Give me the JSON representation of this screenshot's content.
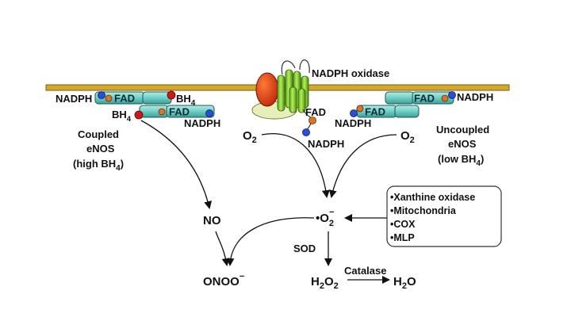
{
  "colors": {
    "membrane": "#d4a82a",
    "membrane_edge": "#7a5c10",
    "fad_fill": "#7fd6cf",
    "red_dot": "#cc1a1a",
    "blue_dot": "#2a4fd6",
    "orange_dot": "#d6762a",
    "oxidase_green": "#7ec628",
    "oxidase_red": "#d63a1a",
    "oxidase_pale": "#e6efb8"
  },
  "labels": {
    "nadph_oxidase": "NADPH oxidase",
    "left_nadph_top": "NADPH",
    "left_bh4_top": "BH",
    "left_bh4_top_sub": "4",
    "left_bh4_bottom": "BH",
    "left_bh4_bottom_sub": "4",
    "left_nadph_bottom": "NADPH",
    "fad": "FAD",
    "center_fad": "FAD",
    "center_nadph": "NADPH",
    "right_nadph_top": "NADPH",
    "right_nadph_bottom": "NADPH",
    "coupled_line1": "Coupled",
    "coupled_line2": "eNOS",
    "coupled_line3": "(high BH",
    "coupled_line3_sub": "4",
    "coupled_line3_end": ")",
    "uncoupled_line1": "Uncoupled",
    "uncoupled_line2": "eNOS",
    "uncoupled_line3": "(low BH",
    "uncoupled_line3_sub": "4",
    "uncoupled_line3_end": ")",
    "o2_left": "O",
    "o2_left_sub": "2",
    "o2_right": "O",
    "o2_right_sub": "2",
    "no": "NO",
    "superoxide_dot": "•O",
    "superoxide_sub": "2",
    "superoxide_sup": "−",
    "sod": "SOD",
    "peroxynitrite": "ONOO",
    "peroxynitrite_sup": "−",
    "h2o2": "H",
    "h2o2_sub": "2",
    "h2o2_end": "O",
    "h2o2_end_sub": "2",
    "catalase": "Catalase",
    "h2o": "H",
    "h2o_sub": "2",
    "h2o_end": "O"
  },
  "sources_box": {
    "items": [
      "•Xanthine oxidase",
      "•Mitochondria",
      "•COX",
      "•MLP"
    ]
  }
}
